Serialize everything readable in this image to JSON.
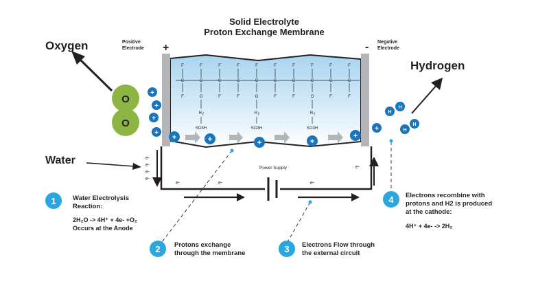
{
  "title": {
    "line1": "Solid Electrolyte",
    "line2": "Proton Exchange Membrane"
  },
  "electrodes": {
    "positive": {
      "sign": "+",
      "line1": "Positive",
      "line2": "Electrode"
    },
    "negative": {
      "sign": "-",
      "line1": "Negative",
      "line2": "Electrode"
    }
  },
  "labels": {
    "oxygen": "Oxygen",
    "hydrogen": "Hydrogen",
    "water": "Water",
    "power_supply": "Power Supply",
    "o_atom": "O",
    "h_atom": "H",
    "proton": "+",
    "electron": "e-"
  },
  "membrane": {
    "f": "F",
    "c": "C",
    "o": "O",
    "r": "R",
    "r_sub": "f",
    "group": "SO3H"
  },
  "steps": [
    {
      "num": "1",
      "line1": "Water Electrolysis",
      "line2": "Reaction:",
      "line3": "2H₂O -> 4H⁺ + 4e- +O₂",
      "line4": "Occurs at the Anode"
    },
    {
      "num": "2",
      "line1": "Protons exchange",
      "line2": "through the membrane"
    },
    {
      "num": "3",
      "line1": "Electrons Flow through",
      "line2": "the external circuit"
    },
    {
      "num": "4",
      "line1": "Electrons recombine with",
      "line2": "protons and H2 is produced",
      "line3": "at the cathode:",
      "line4": "4H⁺ + 4e- -> 2H₂"
    }
  ],
  "colors": {
    "proton": "#1b75bb",
    "step": "#2aa7df",
    "oxygen": "#8cb543",
    "electrode": "#b3b5b8",
    "membrane_top": "#aed8f2",
    "membrane_bottom": "#ffffff"
  }
}
